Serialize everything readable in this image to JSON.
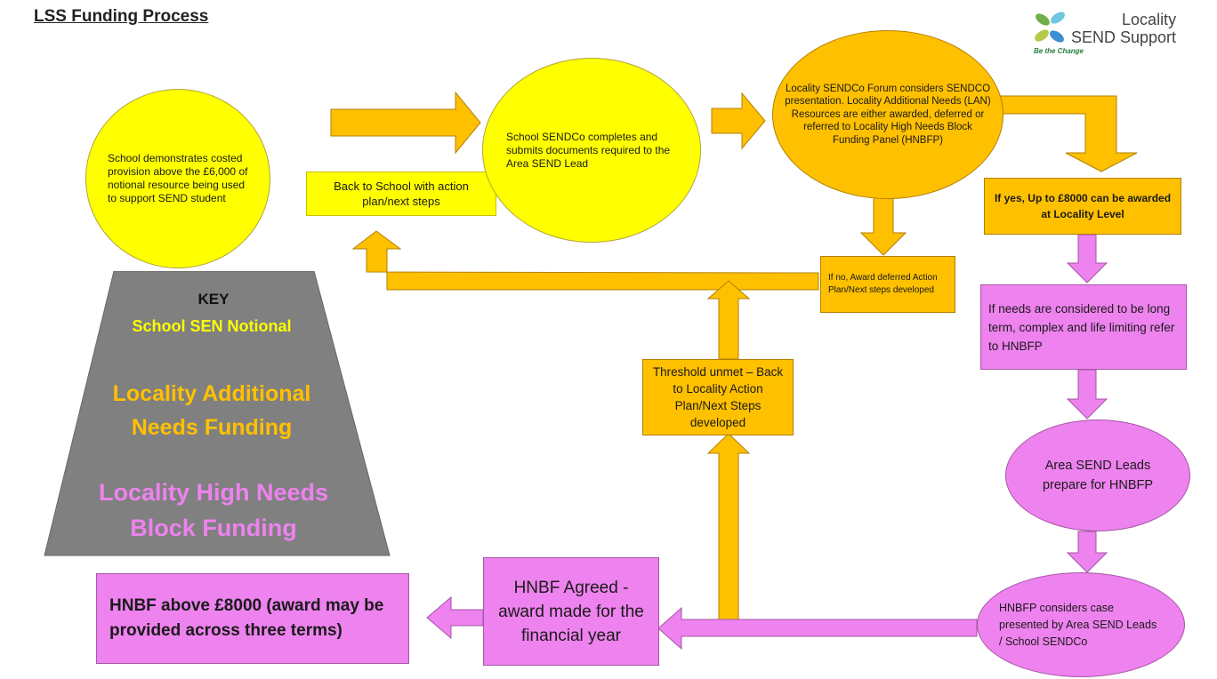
{
  "title": "LSS Funding Process",
  "logo": {
    "line1": "Locality",
    "line2": "SEND Support",
    "tagline": "Be the Change",
    "icon": "leaf-icon"
  },
  "nodes": {
    "school_demonstrates": "School demonstrates costed provision  above the £6,000 of notional resource being used to support SEND student",
    "back_to_school": "Back to School with action plan/next steps",
    "sendco_completes": "School SENDCo completes and submits documents required to the Area SEND Lead",
    "forum_considers": "Locality SENDCo Forum considers SENDCO presentation. Locality Additional Needs (LAN) Resources are either awarded, deferred or referred to Locality High Needs Block Funding Panel (HNBFP)",
    "if_yes": "If yes, Up to £8000 can be awarded at Locality Level",
    "if_no": "If no, Award deferred Action Plan/Next steps developed",
    "long_term": "If needs are considered to be long term, complex and life limiting refer to HNBFP",
    "threshold_unmet": "Threshold unmet – Back to Locality Action Plan/Next Steps developed",
    "area_send_leads": "Area SEND Leads prepare for HNBFP",
    "hnbfp_considers": "HNBFP considers case presented by Area SEND Leads / School SENDCo",
    "hnbf_agreed": "HNBF Agreed - award made for the financial year",
    "hnbf_above": "HNBF above £8000 (award may be provided across three terms)"
  },
  "key": {
    "title": "KEY",
    "school": "School SEN Notional",
    "locality_additional": "Locality  Additional Needs Funding",
    "locality_high": "Locality High Needs Block Funding"
  },
  "colors": {
    "school": "#ffff00",
    "locality_additional": "#ffc000",
    "locality_high": "#ee82ee",
    "key_background": "#808080"
  }
}
